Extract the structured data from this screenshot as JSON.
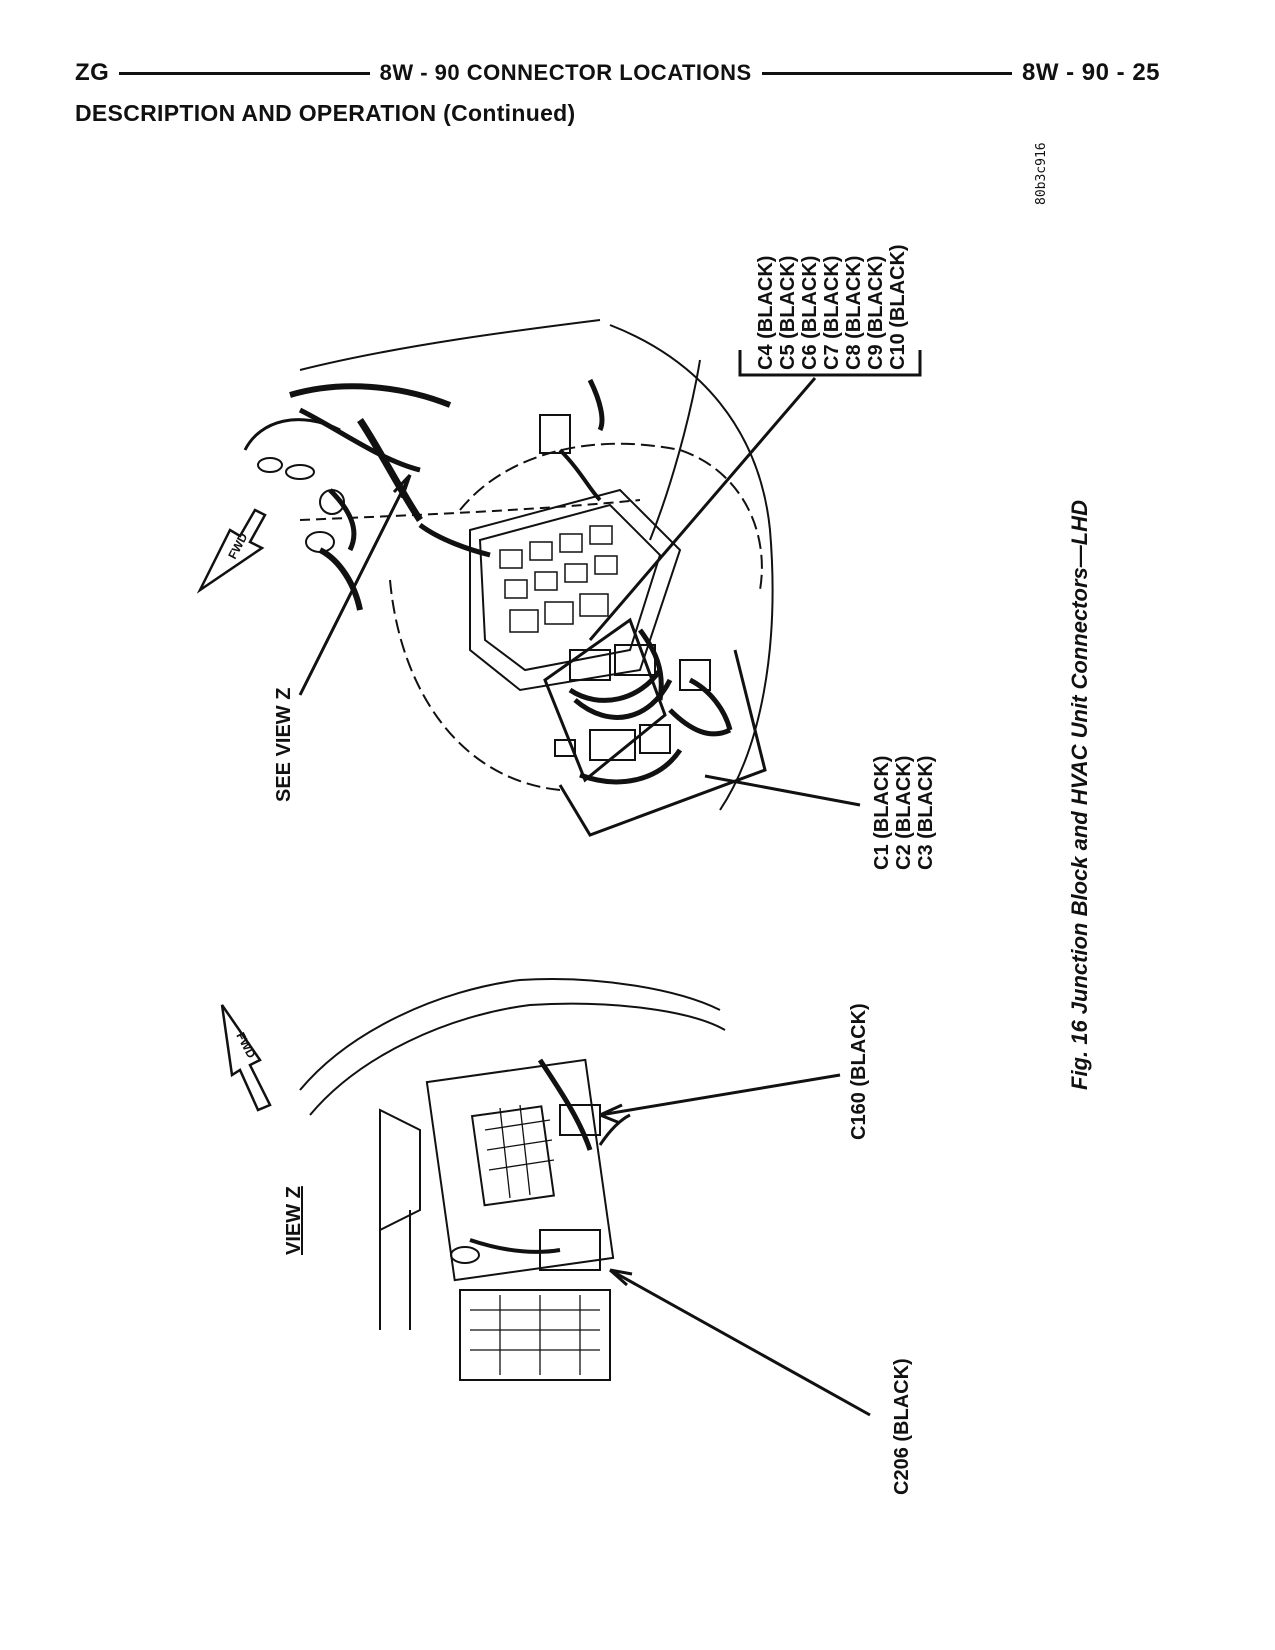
{
  "header": {
    "left": "ZG",
    "center": "8W - 90 CONNECTOR LOCATIONS",
    "right": "8W - 90 - 25"
  },
  "section_title": "DESCRIPTION AND OPERATION (Continued)",
  "figure": {
    "code": "80b3c916",
    "caption": "Fig. 16 Junction Block and HVAC Unit Connectors—LHD",
    "labels": {
      "see_view": "SEE VIEW Z",
      "view": "VIEW Z",
      "fwd_top": "FWD",
      "fwd_bottom": "FWD",
      "connectors_top": [
        "C4 (BLACK)",
        "C5 (BLACK)",
        "C6 (BLACK)",
        "C7 (BLACK)",
        "C8 (BLACK)",
        "C9 (BLACK)",
        "C10 (BLACK)"
      ],
      "connectors_mid": [
        "C1 (BLACK)",
        "C2 (BLACK)",
        "C3 (BLACK)"
      ],
      "c160": "C160 (BLACK)",
      "c206": "C206 (BLACK)"
    }
  }
}
